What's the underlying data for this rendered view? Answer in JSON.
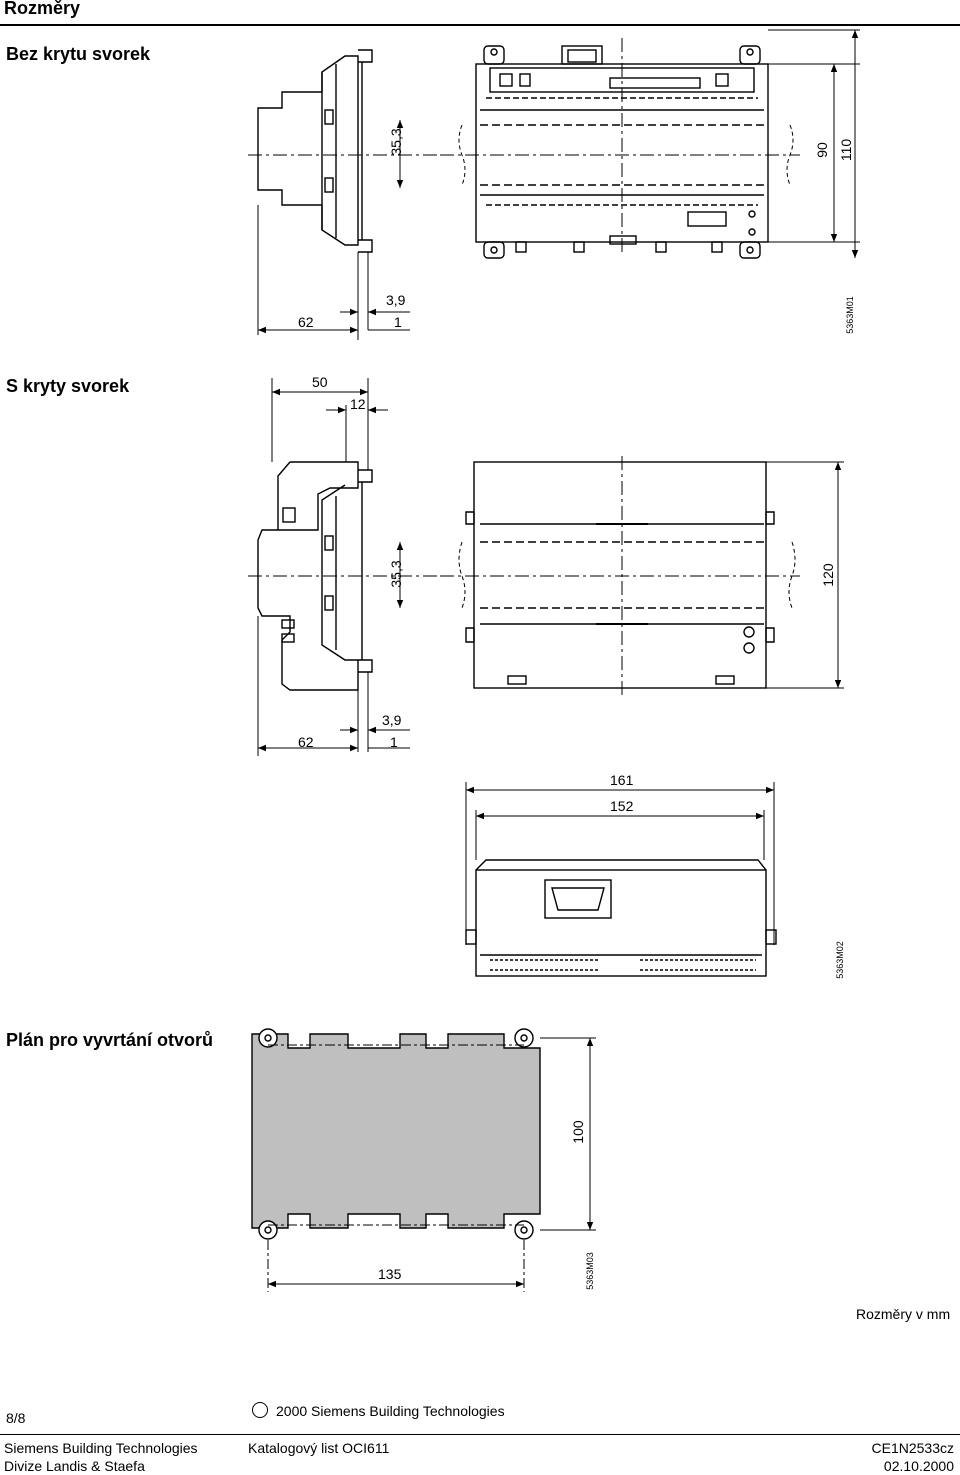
{
  "header": {
    "title": "Rozměry"
  },
  "sections": {
    "without_covers": "Bez krytu svorek",
    "with_covers": "S kryty svorek",
    "drilling_plan": "Plán pro vyvrtání otvorů"
  },
  "dimensions": {
    "d1_35_3": "35,3",
    "d1_90": "90",
    "d1_110": "110",
    "d1_62": "62",
    "d1_3_9": "3,9",
    "d1_1": "1",
    "code1": "5363M01",
    "d2_50": "50",
    "d2_12": "12",
    "d2_35_3": "35,3",
    "d2_120": "120",
    "d2_62": "62",
    "d2_3_9": "3,9",
    "d2_1": "1",
    "d3_161": "161",
    "d3_152": "152",
    "code2": "5363M02",
    "d4_100": "100",
    "d4_135": "135",
    "code3": "5363M03"
  },
  "units_note": "Rozměry v mm",
  "footer": {
    "page": "8/8",
    "copyright": "2000 Siemens Building Technologies",
    "company": "Siemens Building Technologies",
    "division": "Divize Landis & Staefa",
    "catalog": "Katalogový list OCI611",
    "doc_code": "CE1N2533cz",
    "date": "02.10.2000"
  }
}
